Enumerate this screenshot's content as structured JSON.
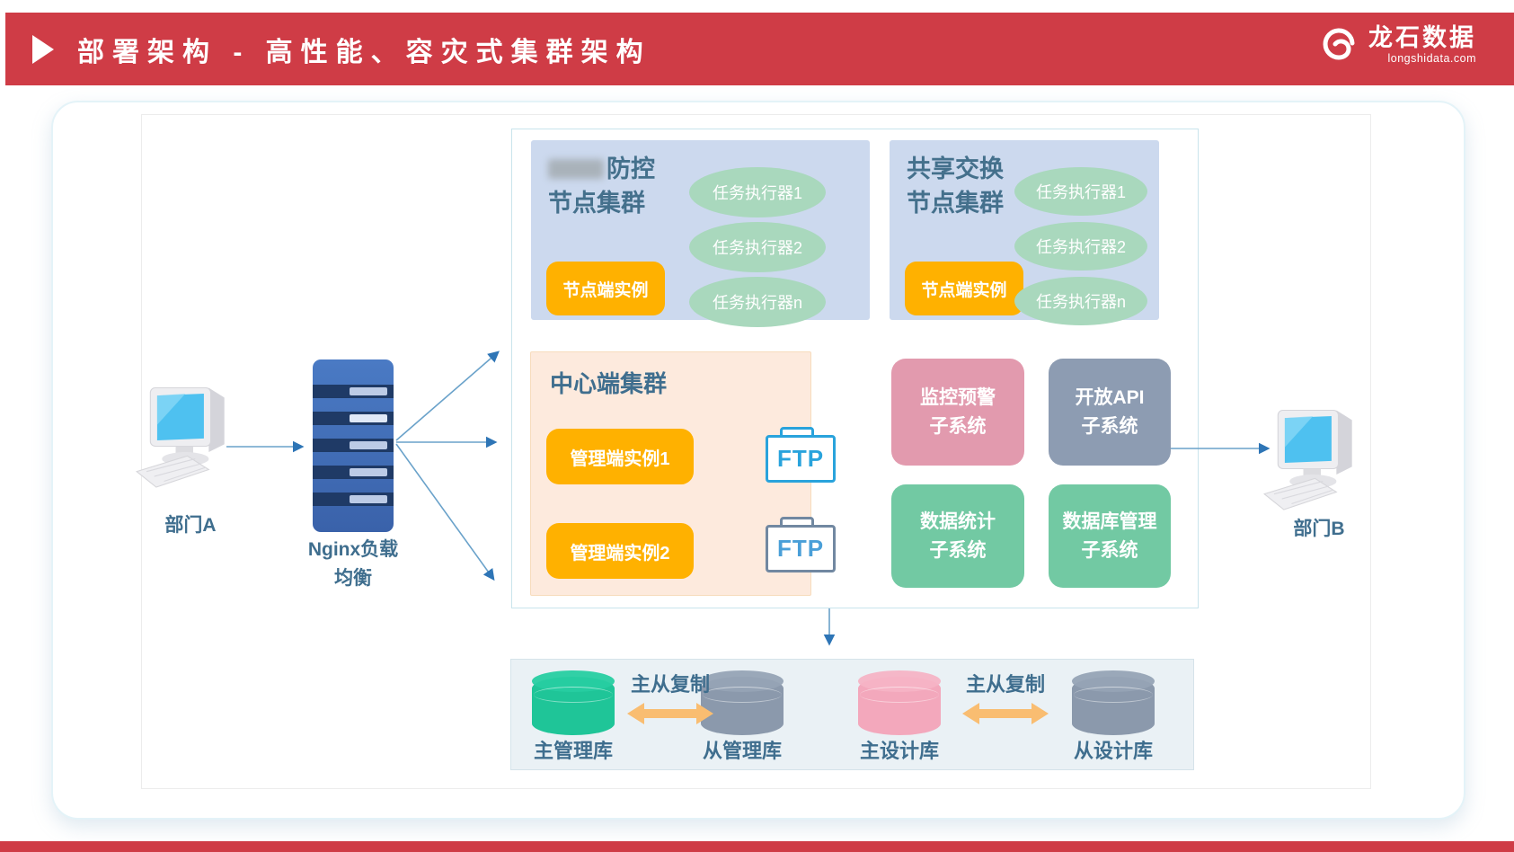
{
  "header": {
    "title": "部署架构 - 高性能、容灾式集群架构",
    "logo_cn": "龙石数据",
    "logo_domain": "longshidata.com"
  },
  "dept_a": {
    "label": "部门A"
  },
  "dept_b": {
    "label": "部门B"
  },
  "nginx": {
    "line1": "Nginx负载",
    "line2": "均衡"
  },
  "cluster": {
    "node_groups": [
      {
        "title_line1": "防控",
        "title_line2": "节点集群",
        "instance": "节点端实例",
        "executors": [
          "任务执行器1",
          "任务执行器2",
          "任务执行器n"
        ]
      },
      {
        "title_line1": "共享交换",
        "title_line2": "节点集群",
        "instance": "节点端实例",
        "executors": [
          "任务执行器1",
          "任务执行器2",
          "任务执行器n"
        ]
      }
    ],
    "center_group": {
      "title": "中心端集群",
      "instances": [
        "管理端实例1",
        "管理端实例2"
      ],
      "ftp_label": "FTP"
    },
    "subsystems": [
      {
        "line1": "监控预警",
        "line2": "子系统",
        "color": "#e29aae"
      },
      {
        "line1": "开放API",
        "line2": "子系统",
        "color": "#8d9cb2"
      },
      {
        "line1": "数据统计",
        "line2": "子系统",
        "color": "#72c9a3"
      },
      {
        "line1": "数据库管理",
        "line2": "子系统",
        "color": "#72c9a3"
      }
    ]
  },
  "databases": {
    "replication_label": "主从复制",
    "items": [
      {
        "label": "主管理库",
        "color": "#1fc598"
      },
      {
        "label": "从管理库",
        "color": "#8b99ac"
      },
      {
        "label": "主设计库",
        "color": "#f3a8bc"
      },
      {
        "label": "从设计库",
        "color": "#8b99ac"
      }
    ]
  },
  "colors": {
    "brand_red": "#cf3c46",
    "slate_text": "#3f6e8e",
    "node_box_bg": "#ccd9ee",
    "orange_button": "#ffb100",
    "executor_green": "#a9d8bd",
    "center_box_bg": "#fdeadd",
    "replication_arrow": "#f9bd71",
    "connector_blue": "#2e75b6"
  }
}
